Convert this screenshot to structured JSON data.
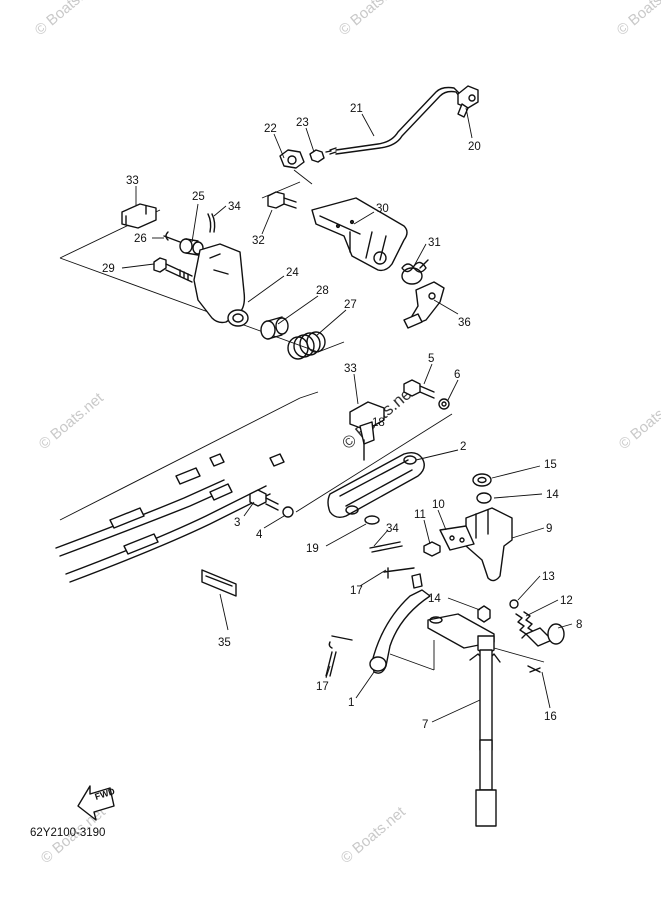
{
  "watermark": {
    "text": "© Boats.net",
    "color": "#c9c9c9"
  },
  "diagram_code": "62Y2100-3190",
  "fwd_label": "FWD",
  "callouts": [
    {
      "id": "c21",
      "label": "21"
    },
    {
      "id": "c20",
      "label": "20"
    },
    {
      "id": "c22",
      "label": "22"
    },
    {
      "id": "c23",
      "label": "23"
    },
    {
      "id": "c33a",
      "label": "33"
    },
    {
      "id": "c25",
      "label": "25"
    },
    {
      "id": "c34a",
      "label": "34"
    },
    {
      "id": "c30",
      "label": "30"
    },
    {
      "id": "c26",
      "label": "26"
    },
    {
      "id": "c32",
      "label": "32"
    },
    {
      "id": "c31",
      "label": "31"
    },
    {
      "id": "c29",
      "label": "29"
    },
    {
      "id": "c24",
      "label": "24"
    },
    {
      "id": "c28",
      "label": "28"
    },
    {
      "id": "c27",
      "label": "27"
    },
    {
      "id": "c36",
      "label": "36"
    },
    {
      "id": "c33b",
      "label": "33"
    },
    {
      "id": "c5",
      "label": "5"
    },
    {
      "id": "c6",
      "label": "6"
    },
    {
      "id": "c18",
      "label": "18"
    },
    {
      "id": "c2",
      "label": "2"
    },
    {
      "id": "c15",
      "label": "15"
    },
    {
      "id": "c14a",
      "label": "14"
    },
    {
      "id": "c3",
      "label": "3"
    },
    {
      "id": "c4",
      "label": "4"
    },
    {
      "id": "c10",
      "label": "10"
    },
    {
      "id": "c11",
      "label": "11"
    },
    {
      "id": "c9",
      "label": "9"
    },
    {
      "id": "c34b",
      "label": "34"
    },
    {
      "id": "c19",
      "label": "19"
    },
    {
      "id": "c17a",
      "label": "17"
    },
    {
      "id": "c13",
      "label": "13"
    },
    {
      "id": "c14b",
      "label": "14"
    },
    {
      "id": "c12",
      "label": "12"
    },
    {
      "id": "c8",
      "label": "8"
    },
    {
      "id": "c35",
      "label": "35"
    },
    {
      "id": "c17b",
      "label": "17"
    },
    {
      "id": "c1",
      "label": "1"
    },
    {
      "id": "c16",
      "label": "16"
    },
    {
      "id": "c7",
      "label": "7"
    }
  ]
}
